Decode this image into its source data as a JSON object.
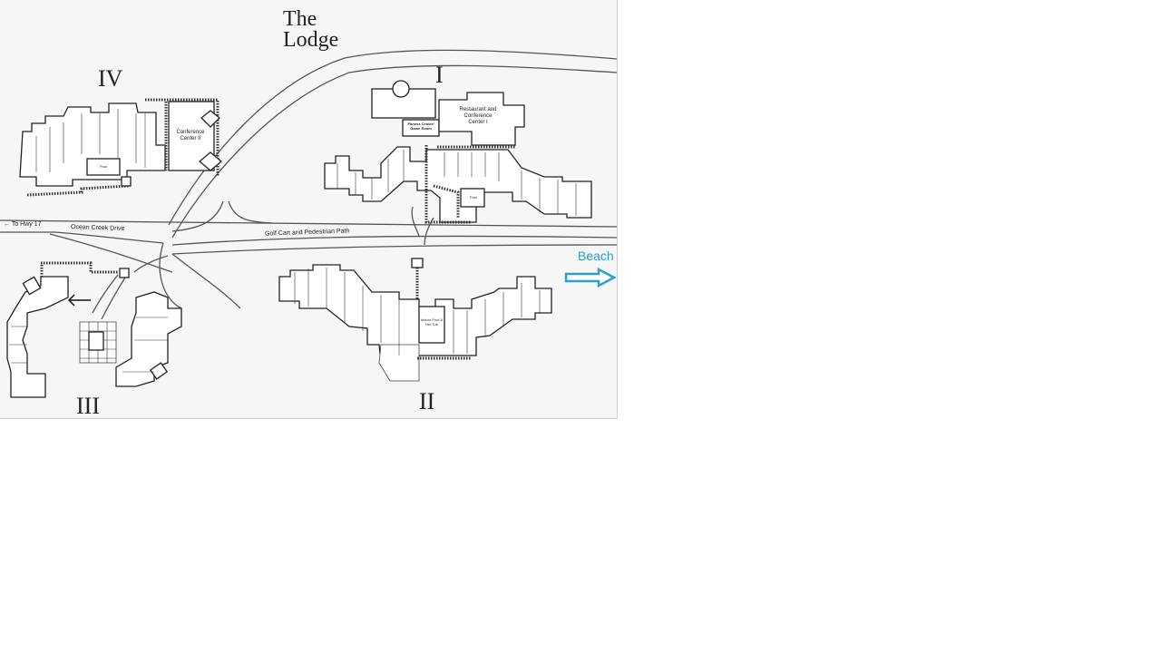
{
  "map": {
    "lodge_title": "The Lodge",
    "sections": {
      "one": "I",
      "two": "II",
      "three": "III",
      "four": "IV"
    },
    "conference_center_2": "Conference Center II",
    "restaurant": "Restaurant and Conference Center I",
    "fitness": "Fitness Center/ Game Room",
    "pool": "Pool",
    "indoor_pool": "Indoor Pool & Hot Tub",
    "to_hwy": "← To Hwy 17",
    "ocean_creek_drive": "Ocean Creek Drive",
    "golf_path": "Golf Cart and Pedestrian Path",
    "beach": "Beach",
    "colors": {
      "beach_accent": "#2e9ecb",
      "ink": "#222222"
    },
    "icons": {
      "beach": "right-arrow-outline-icon",
      "pointer": "left-arrow-icon"
    }
  }
}
